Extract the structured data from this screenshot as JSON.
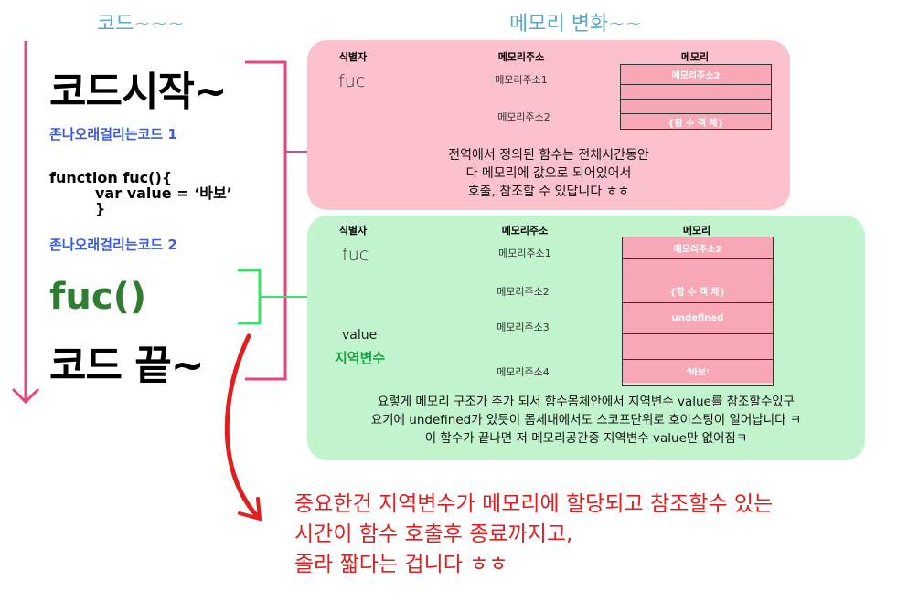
{
  "headers": {
    "code": "코드~~~",
    "memory": "메모리 변화~~"
  },
  "code": {
    "start": "코드시작~",
    "long1": "존나오래걸리는코드 1",
    "func_line1": "function fuc(){",
    "func_line2": "var value = ‘바보’",
    "func_line3": "}",
    "long2": "존나오래걸리는코드 2",
    "call": "fuc()",
    "end": "코드 끝~"
  },
  "panel1": {
    "col_ident": "식별자",
    "col_addr": "메모리주소",
    "col_mem": "메모리",
    "identifier": "fuc",
    "addr1": "메모리주소1",
    "addr2": "메모리주소2",
    "cells": [
      "메모리주소2",
      "",
      "",
      "{함 수 객 체}"
    ],
    "text_line1": "전역에서 정의된 함수는 전체시간동안",
    "text_line2": "다 메모리에 값으로 되어있어서",
    "text_line3": "호출, 참조할 수 있답니다 ㅎㅎ"
  },
  "panel2": {
    "col_ident": "식별자",
    "col_addr": "메모리주소",
    "col_mem": "메모리",
    "identifier_fuc": "fuc",
    "identifier_value": "value",
    "local_var_label": "지역변수",
    "addr1": "메모리주소1",
    "addr2": "메모리주소2",
    "addr3": "메모리주소3",
    "addr4": "메모리주소4",
    "cells": [
      "메모리주소2",
      "",
      "{함 수 객 체}",
      "undefined",
      "",
      "‘바보’"
    ],
    "text_line1": "요렇게 메모리 구조가 추가 되서 함수몸체안에서 지역변수 value를 참조할수있구",
    "text_line2": "요기에 undefined가 있듯이 몸체내에서도 스코프단위로 호이스팅이 일어납니다 ㅋ",
    "text_line3": "이 함수가 끝나면 저 메모리공간중 지역변수 value만 없어짐ㅋ"
  },
  "conclusion": {
    "line1": "중요한건 지역변수가 메모리에 할당되고 참조할수 있는",
    "line2": "시간이 함수 호출후 종료까지고,",
    "line3": "졸라 짧다는 겁니다 ㅎㅎ"
  },
  "colors": {
    "pink_panel": "#fbc2cd",
    "green_panel": "#c2f5cd",
    "pink_line": "#e8457a",
    "green_line": "#3de06a",
    "red": "#e02020",
    "blue_link": "#4a72c8"
  }
}
